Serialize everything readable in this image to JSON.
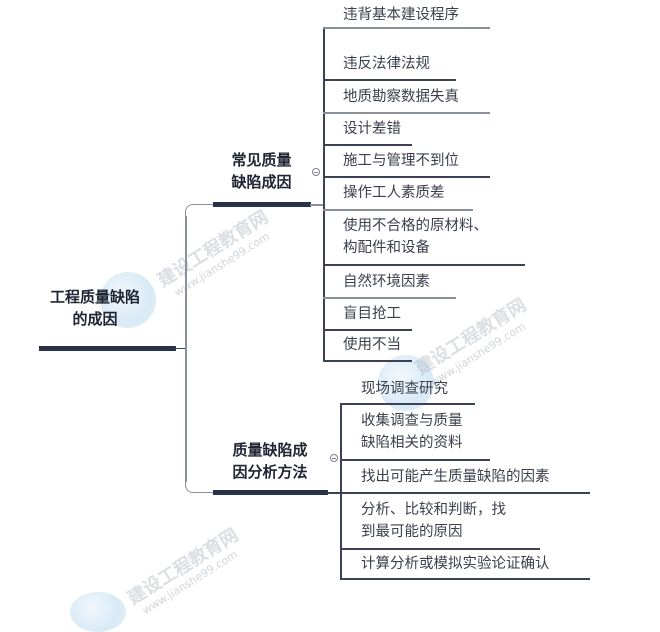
{
  "mindmap": {
    "root": {
      "label_line1": "工程质量缺陷",
      "label_line2": "的成因"
    },
    "branches": [
      {
        "label_line1": "常见质量",
        "label_line2": "缺陷成因",
        "children": [
          {
            "text": "违背基本建设程序"
          },
          {
            "text": "违反法律法规"
          },
          {
            "text": "地质勘察数据失真"
          },
          {
            "text": "设计差错"
          },
          {
            "text": "施工与管理不到位"
          },
          {
            "text": "操作工人素质差"
          },
          {
            "text": "使用不合格的原材料、",
            "text2": "构配件和设备"
          },
          {
            "text": "自然环境因素"
          },
          {
            "text": "盲目抢工"
          },
          {
            "text": "使用不当"
          }
        ]
      },
      {
        "label_line1": "质量缺陷成",
        "label_line2": "因分析方法",
        "children": [
          {
            "text": "现场调查研究"
          },
          {
            "text": "收集调查与质量",
            "text2": "缺陷相关的资料"
          },
          {
            "text": "找出可能产生质量缺陷的因素"
          },
          {
            "text": "分析、比较和判断，找",
            "text2": "到最可能的原因"
          },
          {
            "text": "计算分析或模拟实验论证确认"
          }
        ]
      }
    ]
  },
  "watermark": {
    "text": "建设工程教育网",
    "url": "www.jianshe99.com"
  },
  "colors": {
    "line_dark": "#283249",
    "line_gray": "#8a8f9c",
    "text": "#3a3f4b"
  }
}
